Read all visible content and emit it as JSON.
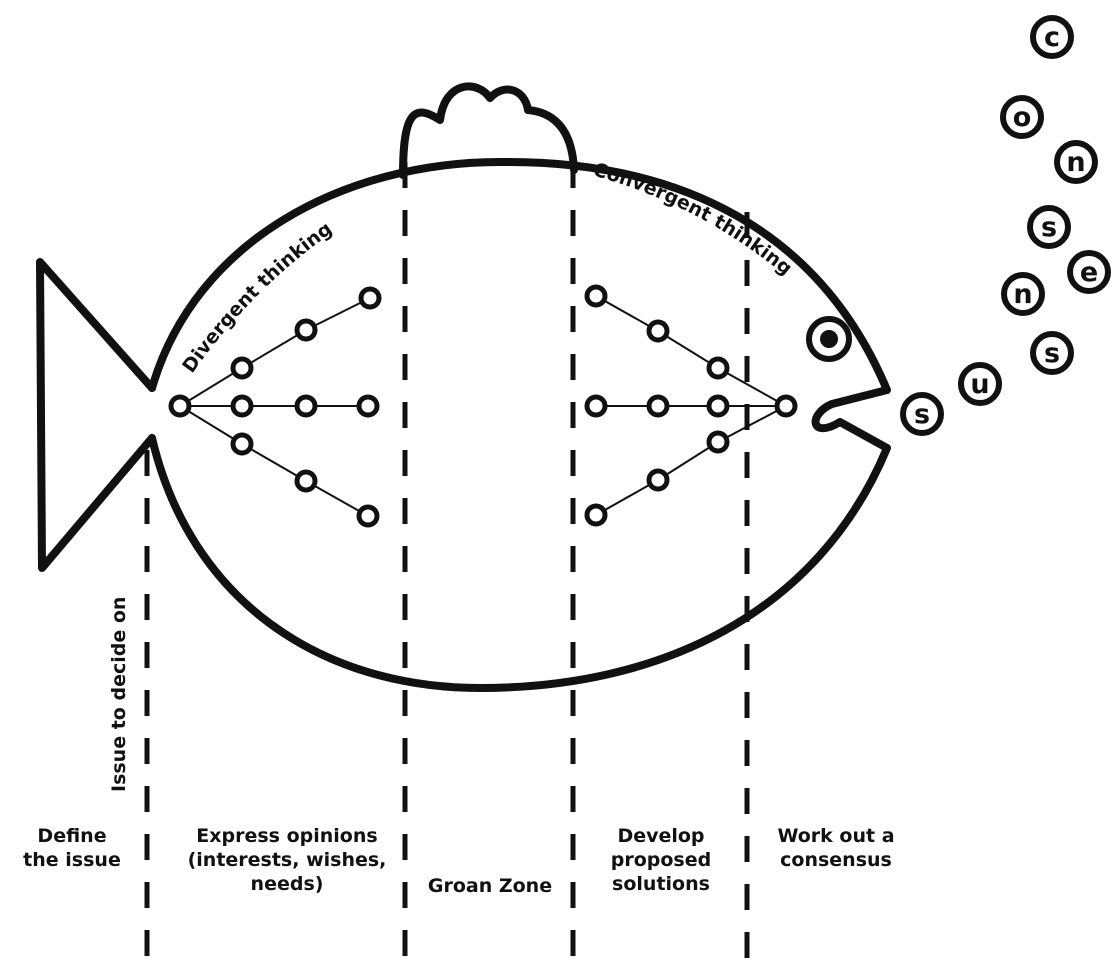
{
  "divergent_label": "Divergent thinking",
  "convergent_label": "Convergent thinking",
  "issue_label": "Issue to decide on",
  "word_bubbles": [
    "c",
    "o",
    "n",
    "s",
    "e",
    "n",
    "s",
    "u",
    "s"
  ],
  "stages": [
    {
      "lines": [
        "Define",
        "the issue"
      ]
    },
    {
      "lines": [
        "Express opinions",
        "(interests, wishes,",
        "needs)"
      ]
    },
    {
      "lines": [
        "Groan Zone"
      ]
    },
    {
      "lines": [
        "Develop",
        "proposed",
        "solutions"
      ]
    },
    {
      "lines": [
        "Work out a",
        "consensus"
      ]
    }
  ],
  "colors": {
    "ink": "#111111",
    "background": "#ffffff"
  }
}
